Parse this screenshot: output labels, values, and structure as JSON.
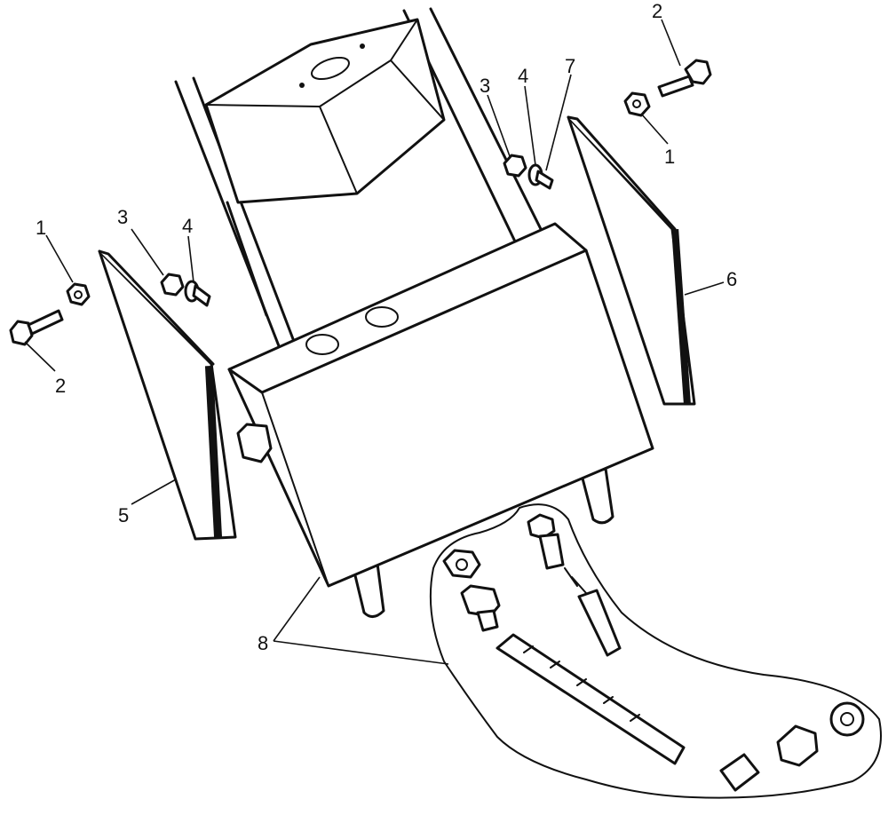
{
  "callouts": [
    {
      "id": "c1a",
      "text": "1"
    },
    {
      "id": "c2a",
      "text": "2"
    },
    {
      "id": "c3a",
      "text": "3"
    },
    {
      "id": "c4a",
      "text": "4"
    },
    {
      "id": "c5",
      "text": "5"
    },
    {
      "id": "c2b",
      "text": "2"
    },
    {
      "id": "c1b",
      "text": "1"
    },
    {
      "id": "c3b",
      "text": "3"
    },
    {
      "id": "c4b",
      "text": "4"
    },
    {
      "id": "c7",
      "text": "7"
    },
    {
      "id": "c6",
      "text": "6"
    },
    {
      "id": "c8",
      "text": "8"
    }
  ]
}
